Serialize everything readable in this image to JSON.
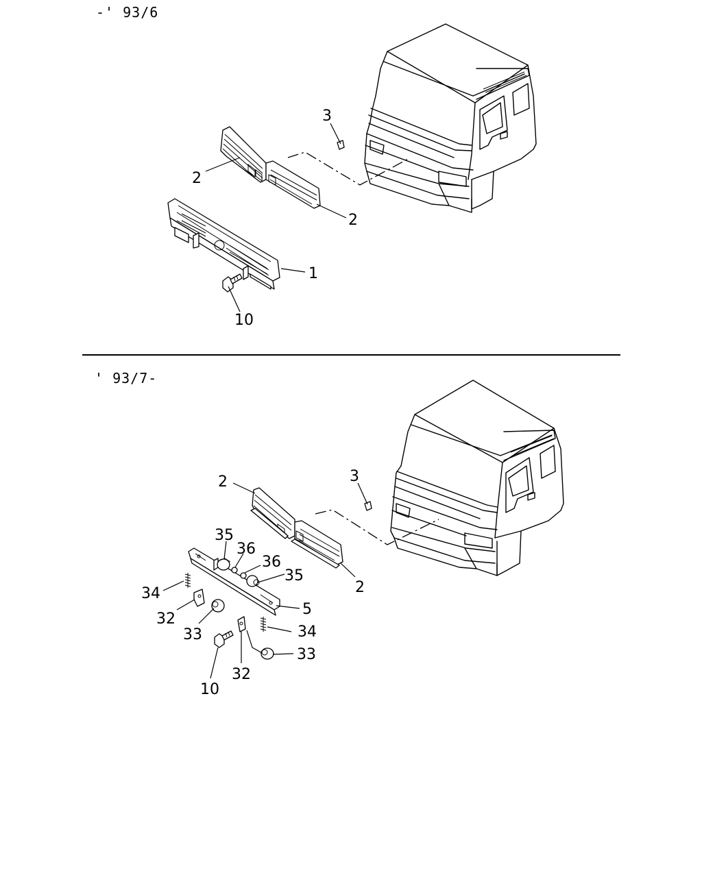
{
  "diagram": {
    "top_section": {
      "period_label": "-' 93/6",
      "callouts": {
        "c3": "3",
        "c2a": "2",
        "c2b": "2",
        "c1": "1",
        "c10": "10"
      }
    },
    "bottom_section": {
      "period_label": "' 93/7-",
      "callouts": {
        "c2a": "2",
        "c3": "3",
        "c35a": "35",
        "c36a": "36",
        "c36b": "36",
        "c35b": "35",
        "c2b": "2",
        "c34a": "34",
        "c5": "5",
        "c32a": "32",
        "c33a": "33",
        "c34b": "34",
        "c33b": "33",
        "c32b": "32",
        "c10": "10"
      }
    }
  }
}
